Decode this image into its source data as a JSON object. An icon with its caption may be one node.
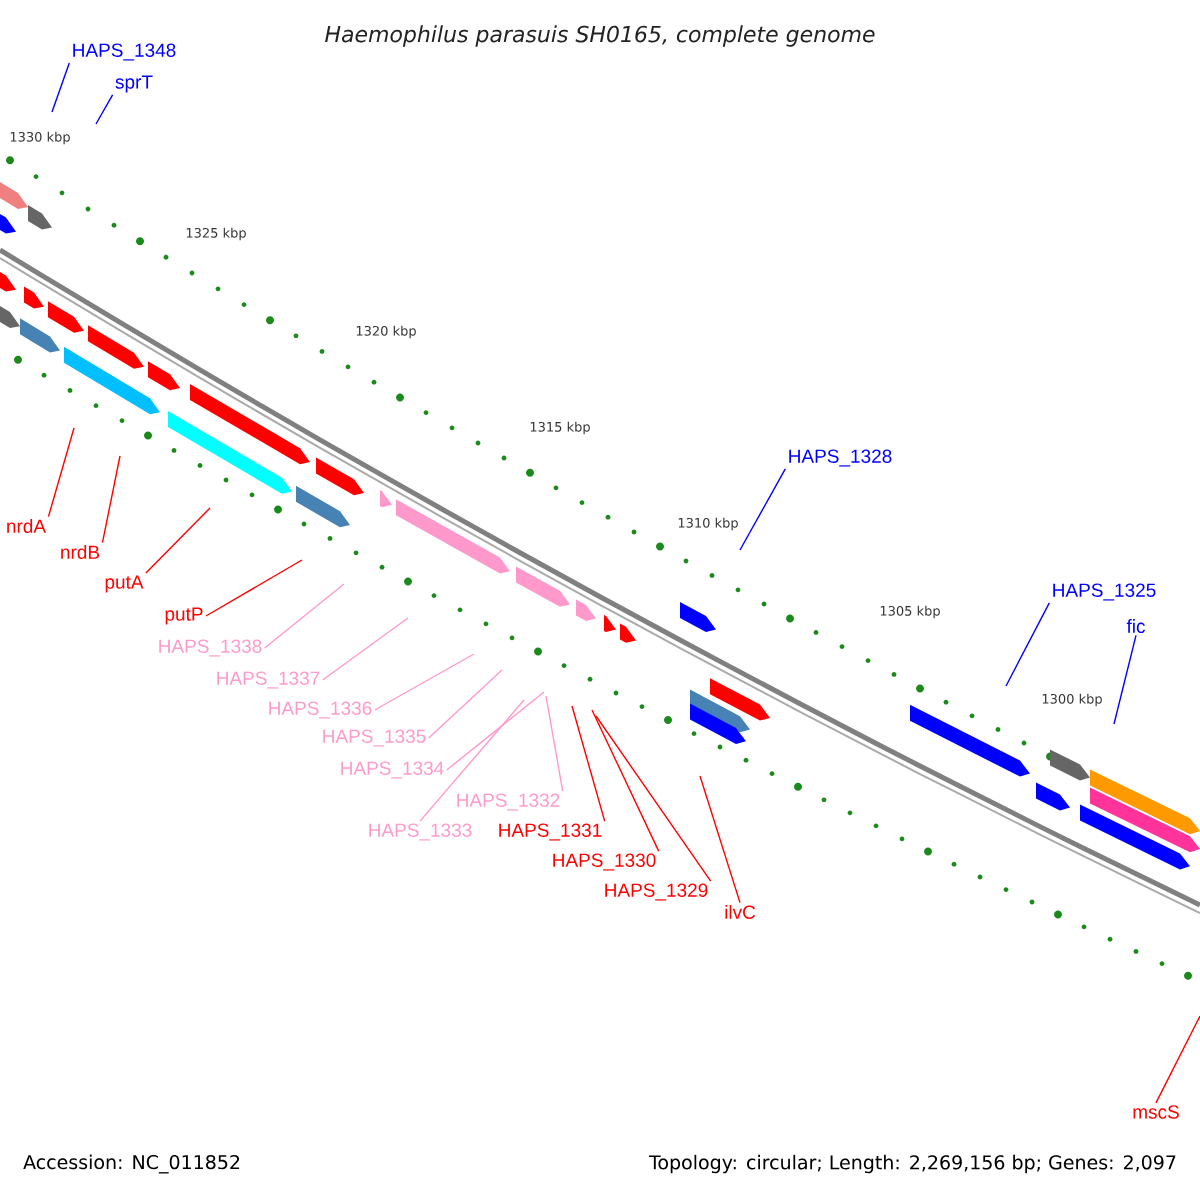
{
  "diagram": {
    "title": "Haemophilus parasuis SH0165, complete genome",
    "nodes": [
      {
        "text": [
          "HAPS_1348"
        ]
      },
      {
        "text": [
          "sprT"
        ]
      },
      {
        "text": [
          "HAPS_1328"
        ]
      },
      {
        "text": [
          "HAPS_1325"
        ]
      },
      {
        "text": [
          "fic"
        ]
      },
      {
        "text": [
          "nrdA"
        ]
      },
      {
        "text": [
          "nrdB"
        ]
      },
      {
        "text": [
          "putA"
        ]
      },
      {
        "text": [
          "putP"
        ]
      },
      {
        "text": [
          "HAPS_1338"
        ]
      },
      {
        "text": [
          "HAPS_1337"
        ]
      },
      {
        "text": [
          "HAPS_1336"
        ]
      },
      {
        "text": [
          "HAPS_1335"
        ]
      },
      {
        "text": [
          "HAPS_1334"
        ]
      },
      {
        "text": [
          "HAPS_1332"
        ]
      },
      {
        "text": [
          "HAPS_1333"
        ]
      },
      {
        "text": [
          "HAPS_1331"
        ]
      },
      {
        "text": [
          "HAPS_1330"
        ]
      },
      {
        "text": [
          "HAPS_1329"
        ]
      },
      {
        "text": [
          "ilvC"
        ]
      },
      {
        "text": [
          "mscS"
        ]
      }
    ],
    "edges": [
      {
        "from": 0,
        "to": null,
        "arrow": "none",
        "color": "#0000ff"
      },
      {
        "from": 1,
        "to": null,
        "arrow": "none",
        "color": "#0000ff"
      },
      {
        "from": 2,
        "to": null,
        "arrow": "none",
        "color": "#0000ff"
      },
      {
        "from": 3,
        "to": null,
        "arrow": "none",
        "color": "#0000ff"
      },
      {
        "from": 4,
        "to": null,
        "arrow": "none",
        "color": "#0000ff"
      },
      {
        "from": 5,
        "to": null,
        "arrow": "none"
      },
      {
        "from": 6,
        "to": null,
        "arrow": "none"
      },
      {
        "from": 7,
        "to": null,
        "arrow": "none"
      },
      {
        "from": 8,
        "to": null,
        "arrow": "none"
      },
      {
        "from": 9,
        "to": null,
        "arrow": "none",
        "color": "#ff99cc"
      },
      {
        "from": 10,
        "to": null,
        "arrow": "none",
        "color": "#ff99cc"
      },
      {
        "from": 11,
        "to": null,
        "arrow": "none",
        "color": "#ff99cc"
      },
      {
        "from": 12,
        "to": null,
        "arrow": "none",
        "color": "#ff99cc"
      },
      {
        "from": 13,
        "to": null,
        "arrow": "none",
        "color": "#ff99cc"
      },
      {
        "from": 14,
        "to": null,
        "arrow": "none",
        "color": "#ff99cc"
      },
      {
        "from": 15,
        "to": null,
        "arrow": "none",
        "color": "#ff99cc"
      },
      {
        "from": 16,
        "to": null,
        "arrow": "none"
      },
      {
        "from": 17,
        "to": null,
        "arrow": "none"
      },
      {
        "from": 18,
        "to": null,
        "arrow": "none"
      },
      {
        "from": 19,
        "to": null,
        "arrow": "none"
      },
      {
        "from": 20,
        "to": null,
        "arrow": "none"
      }
    ],
    "labels": [
      "1330 kbp",
      "1325 kbp",
      "1320 kbp",
      "1315 kbp",
      "1310 kbp",
      "1305 kbp",
      "1300 kbp",
      "Accession: NC_011852",
      "Topology: circular; Length: 2,269,156 bp; Genes: 2,097"
    ]
  }
}
